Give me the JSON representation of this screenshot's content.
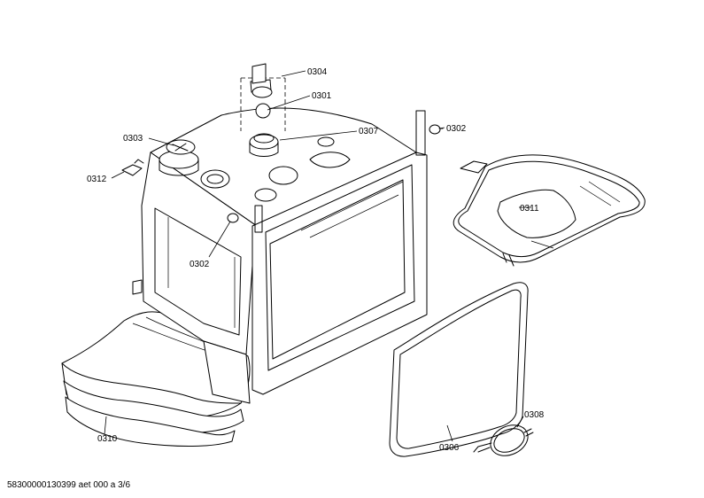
{
  "labels": {
    "p0304": "0304",
    "p0301": "0301",
    "p0303": "0303",
    "p0307": "0307",
    "p0302_top": "0302",
    "p0312": "0312",
    "p0311": "0311",
    "p0302_side": "0302",
    "p0308": "0308",
    "p0310": "0310",
    "p0306": "0306"
  },
  "footer": "58300000130399 aet 000 a 3/6"
}
